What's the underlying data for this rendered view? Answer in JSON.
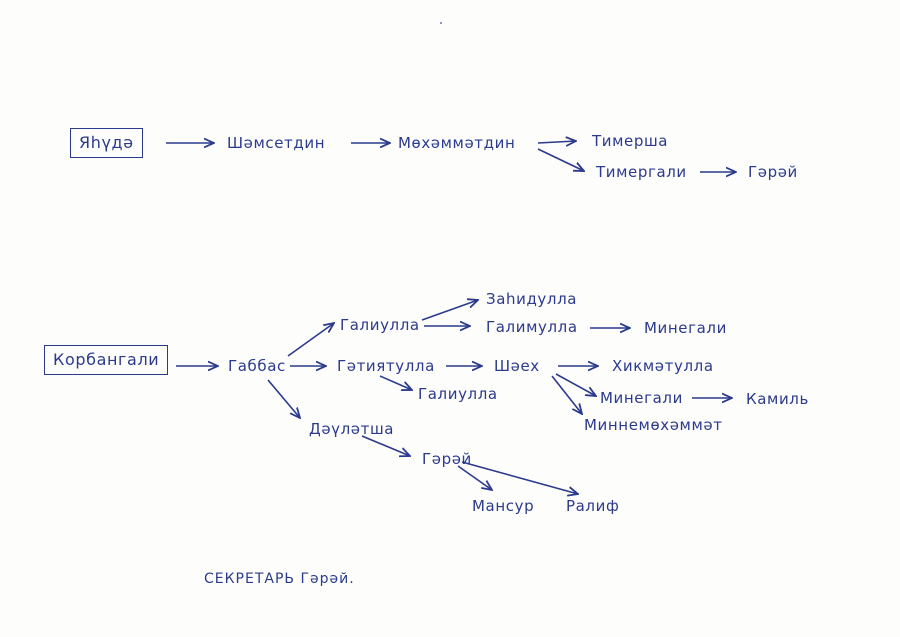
{
  "tree1": {
    "root": "Яһүдә",
    "n1": "Шәмсетдин",
    "n2": "Мөхәммәтдин",
    "n3": "Тимерша",
    "n4": "Тимергали",
    "n5": "Гәрәй"
  },
  "tree2": {
    "root": "Корбангали",
    "gabbas": "Габбас",
    "galiulla_a": "Галиулла",
    "zahidulla": "Заһидулла",
    "galimulla": "Галимулла",
    "minegali_a": "Минегали",
    "gatiyatulla": "Гәтиятулла",
    "galiulla_b": "Галиулла",
    "shayekh": "Шәех",
    "hikmatulla": "Хикмәтулла",
    "minegali_b": "Минегали",
    "kamil": "Камиль",
    "minnemohammat": "Миннемөхәммәт",
    "davlatsha": "Дәүләтша",
    "garay": "Гәрәй",
    "mansur": "Мансур",
    "ralif": "Ралиф"
  },
  "footer": "СЕКРЕТАРЬ Гәрәй."
}
